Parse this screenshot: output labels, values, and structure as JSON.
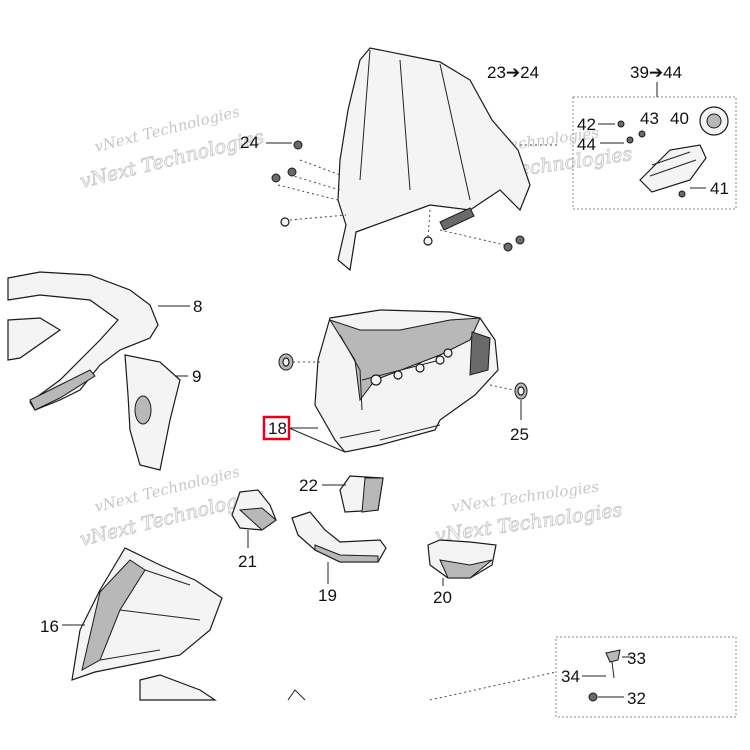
{
  "watermark": "vNext Technologies",
  "watermark_big": "vNext Technologies",
  "highlight_color": "#e8001c",
  "callouts": {
    "c23": "23➔24",
    "c39": "39➔44",
    "c24": "24",
    "c42": "42",
    "c43": "43",
    "c40": "40",
    "c44": "44",
    "c41": "41",
    "c8": "8",
    "c9": "9",
    "c18": "18",
    "c25": "25",
    "c22": "22",
    "c21": "21",
    "c19": "19",
    "c20": "20",
    "c16": "16",
    "c33": "33",
    "c34": "34",
    "c32": "32"
  }
}
